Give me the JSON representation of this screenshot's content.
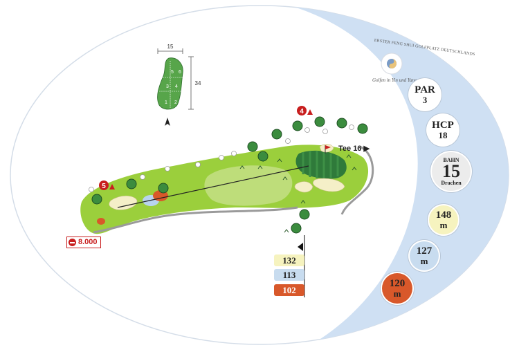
{
  "hole": {
    "par_label": "PAR",
    "par_value": "3",
    "hcp_label": "HCP",
    "hcp_value": "18",
    "bahn_label": "BAHN",
    "bahn_number": "15",
    "bahn_name": "Drachen"
  },
  "yardages": [
    {
      "value": "148",
      "unit": "m",
      "color": "#f6f3bf"
    },
    {
      "value": "127",
      "unit": "m",
      "color": "#c8dcef"
    },
    {
      "value": "120",
      "unit": "m",
      "color": "#d8582a"
    }
  ],
  "tee_boxes": [
    {
      "value": "132",
      "color": "#f6f3bf"
    },
    {
      "value": "113",
      "color": "#c8dcef"
    },
    {
      "value": "102",
      "color": "#d8582a"
    }
  ],
  "green_diagram": {
    "width_label": "15",
    "depth_label": "34",
    "zones": [
      "1",
      "2",
      "3",
      "4",
      "5",
      "6"
    ]
  },
  "next_tee_label": "Tee 16",
  "markers": [
    {
      "number": "4"
    },
    {
      "number": "5"
    }
  ],
  "distance_marker": "8.000",
  "brand": {
    "ring_text": "ERSTER FENG SHUI GOLFPLATZ DEUTSCHLANDS",
    "tagline": "Golfen in Yin und Yang"
  },
  "colors": {
    "water_band": "#cfe0f3",
    "rough": "#9bcf3c",
    "fairway": "#bedd7a",
    "green": "#2f7a3a",
    "bunker": "#f5efc8",
    "red": "#c81e1e"
  }
}
